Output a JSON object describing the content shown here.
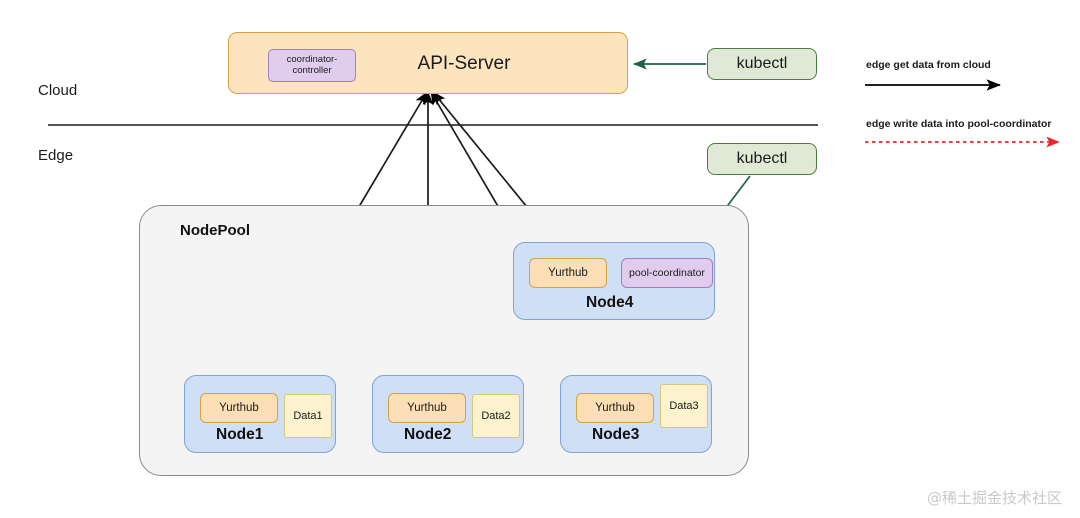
{
  "zones": {
    "cloud_label": "Cloud",
    "edge_label": "Edge"
  },
  "cloud": {
    "api_server": {
      "title": "API-Server",
      "coordinator_controller": "coordinator-\ncontroller"
    },
    "kubectl_label": "kubectl"
  },
  "edge": {
    "kubectl_label": "kubectl",
    "nodepool": {
      "label": "NodePool",
      "nodes": [
        {
          "name": "Node1",
          "yurthub": "Yurthub",
          "data": "Data1"
        },
        {
          "name": "Node2",
          "yurthub": "Yurthub",
          "data": "Data2"
        },
        {
          "name": "Node3",
          "yurthub": "Yurthub",
          "data": "Data3"
        },
        {
          "name": "Node4",
          "yurthub": "Yurthub",
          "pool_coordinator": "pool-coordinator"
        }
      ]
    }
  },
  "legend": {
    "items": [
      {
        "label": "edge get data from cloud",
        "style": "solid",
        "color": "#000000"
      },
      {
        "label": "edge write data into pool-coordinator",
        "style": "dotted",
        "color": "#e8252a"
      }
    ]
  },
  "watermark": "@稀土掘金技术社区",
  "colors": {
    "api_server_fill": "#fce4bf",
    "api_server_stroke": "#d6a243",
    "coordinator_fill": "#e0cdee",
    "coordinator_stroke": "#a37dc0",
    "kubectl_fill": "#dfe9d5",
    "kubectl_stroke": "#4f7a44",
    "node_fill": "#cfdff6",
    "node_stroke": "#7ea3d4",
    "yurthub_fill": "#fcdfb6",
    "data_fill": "#fcf3ce",
    "nodepool_fill": "#f4f4f4",
    "arrow_cloud": "#000000",
    "arrow_pool": "#e8252a",
    "arrow_kubectl": "#1d6340"
  }
}
